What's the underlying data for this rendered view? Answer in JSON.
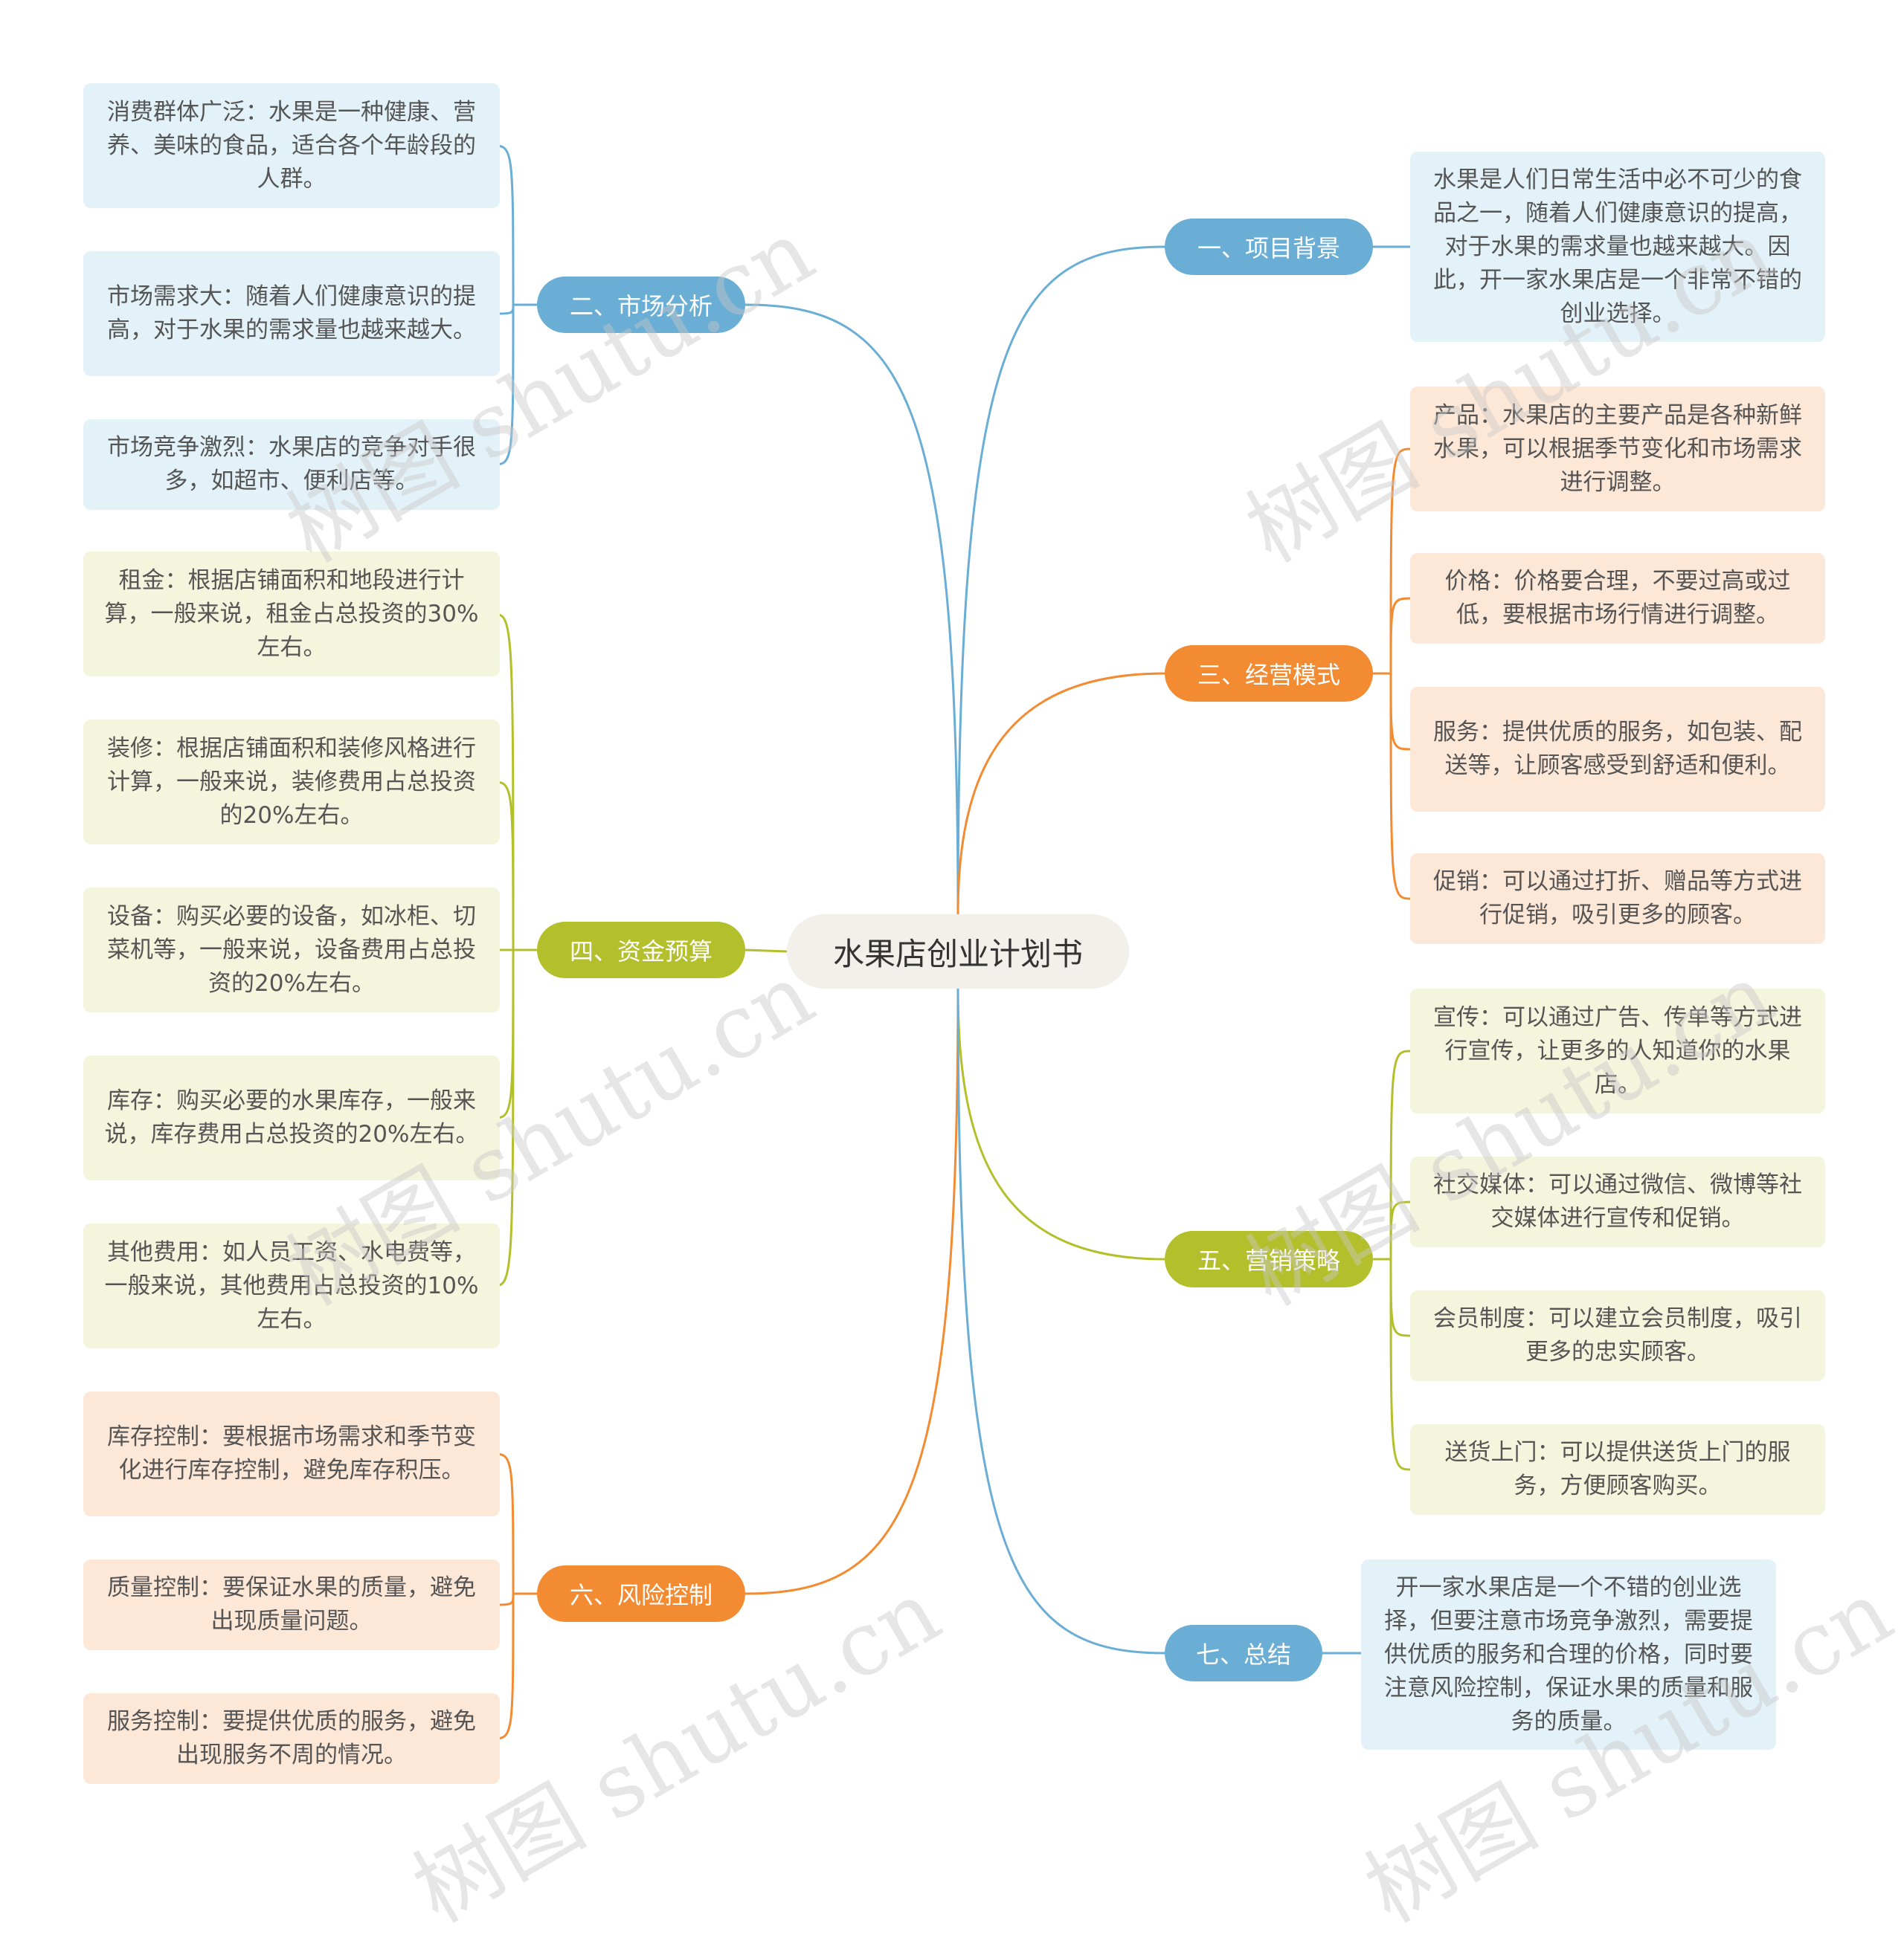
{
  "center": "水果店创业计划书",
  "branches": {
    "b1": "一、项目背景",
    "b2": "二、市场分析",
    "b3": "三、经营模式",
    "b4": "四、资金预算",
    "b5": "五、营销策略",
    "b6": "六、风险控制",
    "b7": "七、总结"
  },
  "leaves": {
    "b1": [
      "水果是人们日常生活中必不可少的食品之一，随着人们健康意识的提高，对于水果的需求量也越来越大。因此，开一家水果店是一个非常不错的创业选择。"
    ],
    "b2": [
      "消费群体广泛：水果是一种健康、营养、美味的食品，适合各个年龄段的人群。",
      "市场需求大：随着人们健康意识的提高，对于水果的需求量也越来越大。",
      "市场竞争激烈：水果店的竞争对手很多，如超市、便利店等。"
    ],
    "b3": [
      "产品：水果店的主要产品是各种新鲜水果，可以根据季节变化和市场需求进行调整。",
      "价格：价格要合理，不要过高或过低，要根据市场行情进行调整。",
      "服务：提供优质的服务，如包装、配送等，让顾客感受到舒适和便利。",
      "促销：可以通过打折、赠品等方式进行促销，吸引更多的顾客。"
    ],
    "b4": [
      "租金：根据店铺面积和地段进行计算，一般来说，租金占总投资的30%左右。",
      "装修：根据店铺面积和装修风格进行计算，一般来说，装修费用占总投资的20%左右。",
      "设备：购买必要的设备，如冰柜、切菜机等，一般来说，设备费用占总投资的20%左右。",
      "库存：购买必要的水果库存，一般来说，库存费用占总投资的20%左右。",
      "其他费用：如人员工资、水电费等，一般来说，其他费用占总投资的10%左右。"
    ],
    "b5": [
      "宣传：可以通过广告、传单等方式进行宣传，让更多的人知道你的水果店。",
      "社交媒体：可以通过微信、微博等社交媒体进行宣传和促销。",
      "会员制度：可以建立会员制度，吸引更多的忠实顾客。",
      "送货上门：可以提供送货上门的服务，方便顾客购买。"
    ],
    "b6": [
      "库存控制：要根据市场需求和季节变化进行库存控制，避免库存积压。",
      "质量控制：要保证水果的质量，避免出现质量问题。",
      "服务控制：要提供优质的服务，避免出现服务不周的情况。"
    ],
    "b7": [
      "开一家水果店是一个不错的创业选择，但要注意市场竞争激烈，需要提供优质的服务和合理的价格，同时要注意风险控制，保证水果的质量和服务的质量。"
    ]
  },
  "watermark": "树图 shutu.cn",
  "colors": {
    "blue": "#6aaed6",
    "orange": "#f38b32",
    "olive": "#b4c02b"
  }
}
